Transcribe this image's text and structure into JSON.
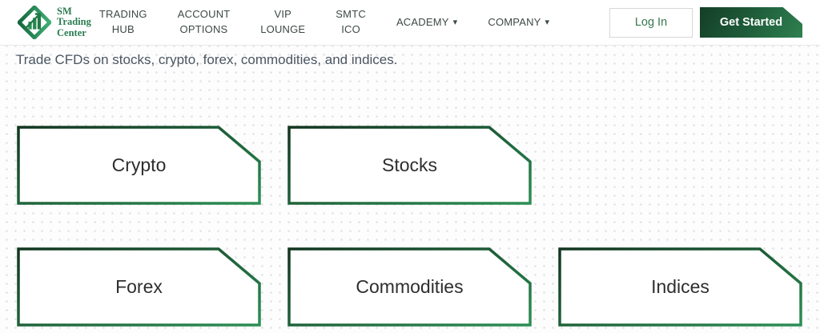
{
  "header": {
    "logo": {
      "line1": "SM",
      "line2": "Trading",
      "line3": "Center"
    },
    "nav": [
      {
        "label": "TRADING HUB"
      },
      {
        "label": "ACCOUNT OPTIONS"
      },
      {
        "label": "VIP LOUNGE"
      },
      {
        "label": "SMTC ICO"
      },
      {
        "label": "ACADEMY"
      },
      {
        "label": "COMPANY"
      }
    ],
    "login_button": "Log In",
    "get_started_button": "Get Started"
  },
  "icons": {
    "chevron_down": "▾"
  },
  "hero": {
    "subtitle": "Trade CFDs on stocks, crypto, forex, commodities, and indices.",
    "cards": [
      {
        "label": "Crypto"
      },
      {
        "label": "Stocks"
      },
      {
        "label": "Forex"
      },
      {
        "label": "Commodities"
      },
      {
        "label": "Indices"
      }
    ]
  },
  "colors": {
    "brand_green": "#1f7a46",
    "logo_text_green": "#2a7b50",
    "nav_text": "#3d4944",
    "login_text": "#37774f",
    "button_gradient_dark": "#143e27",
    "button_gradient_light": "#2f8050",
    "card_border_dark": "#11351f",
    "card_border_light": "#2d8f55",
    "subtitle_text": "#4b5661",
    "card_label_text": "#2e2e2e",
    "dot_pattern": "#e0e2e4"
  }
}
